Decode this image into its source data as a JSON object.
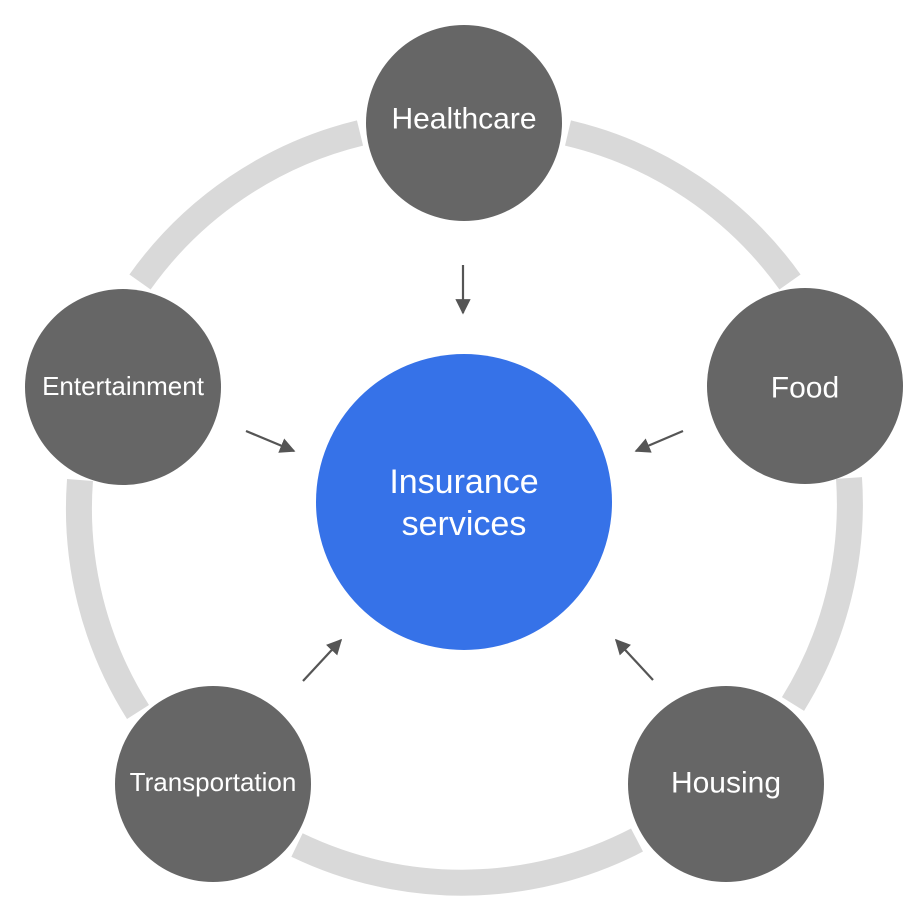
{
  "center": {
    "line1": "Insurance",
    "line2": "services",
    "color": "#3672e8"
  },
  "nodes": [
    {
      "id": "healthcare",
      "label": "Healthcare"
    },
    {
      "id": "food",
      "label": "Food"
    },
    {
      "id": "housing",
      "label": "Housing"
    },
    {
      "id": "transportation",
      "label": "Transportation"
    },
    {
      "id": "entertainment",
      "label": "Entertainment"
    }
  ],
  "colors": {
    "node": "#666666",
    "ring": "#d9d9d9",
    "arrow": "#555555",
    "text": "#ffffff"
  }
}
